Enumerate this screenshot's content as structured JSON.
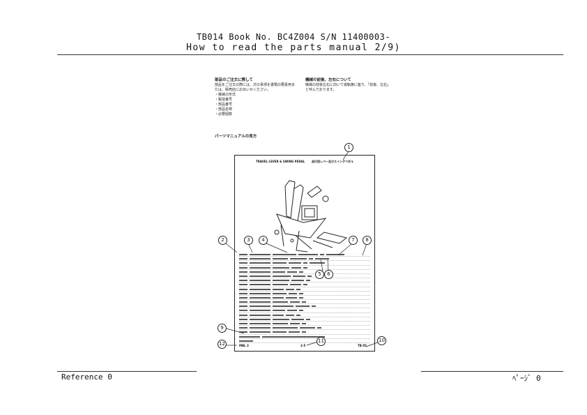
{
  "header": {
    "line1": "TB014   Book No.  BC4Z004   S/N 11400003-",
    "line2": "How to read the parts manual 2/9)"
  },
  "notes_left": {
    "heading": "部品のご注文に際して",
    "lines": [
      "部品をご注文の際には、次の事項を書類の要素用ま",
      "たは、販売店にお伝いせください。",
      "・機械の形式",
      "・製造番号",
      "・部品番号",
      "・部品名称",
      "・必要個数"
    ]
  },
  "notes_right": {
    "heading": "機械の前後、左右について",
    "lines": [
      "機械の前後左右に向いて運転席に座り、「前後、左右」",
      "と呼んでおります。"
    ]
  },
  "section_title": "パーツマニュアルの見方",
  "sheet": {
    "title_en": "TRAVEL LEVER & SWING PEDAL",
    "title_ja": "走行用レバー及びスイングペダル",
    "footer_left": "MBL 3",
    "footer_center": "2-5",
    "footer_right": "TB 05"
  },
  "callouts": [
    "1",
    "2",
    "3",
    "4",
    "5",
    "6",
    "7",
    "8",
    "9",
    "10",
    "11",
    "12"
  ],
  "footer": {
    "left": "Reference   0",
    "right": "ﾍﾟｰｼﾞ   0"
  }
}
